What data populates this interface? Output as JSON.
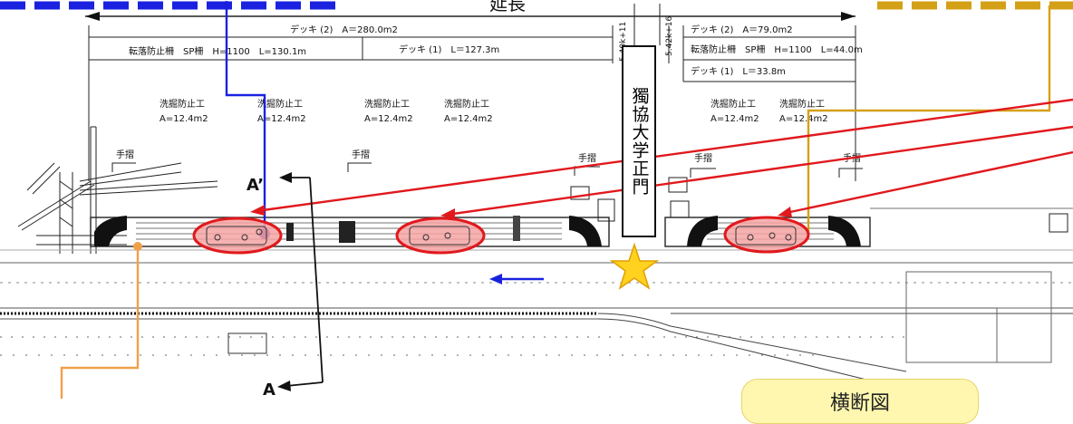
{
  "dimension": {
    "deck2_left": "デッキ (2)　A＝280.0m2",
    "deck2_right": "デッキ (2)　A＝79.0m2",
    "deck1_left": "デッキ (1)　L＝127.3m",
    "deck1_right": "デッキ (1)　L＝33.8m",
    "fence_left": "転落防止柵　SP柵　H=1100　L=130.1m",
    "fence_right": "転落防止柵　SP柵　H=1100　L=44.0m",
    "station_1": "5.40k+11",
    "station_2": "5.42k+16"
  },
  "top_partial_label": "延長",
  "protection_labels": [
    {
      "title": "洗掘防止工",
      "area": "A=12.4m2"
    },
    {
      "title": "洗掘防止工",
      "area": "A=12.4m2"
    },
    {
      "title": "洗掘防止工",
      "area": "A=12.4m2"
    },
    {
      "title": "洗掘防止工",
      "area": "A=12.4m2"
    },
    {
      "title": "洗掘防止工",
      "area": "A=12.4m2"
    },
    {
      "title": "洗掘防止工",
      "area": "A=12.4m2"
    }
  ],
  "handrail_label": "手摺",
  "gate_label": "獨協大学正門",
  "section_marks": {
    "a_prime": "A’",
    "a": "A"
  },
  "callout_label": "横断図",
  "colors": {
    "blue": "#1a22e0",
    "gold": "#d4a017",
    "red": "#e0191d",
    "orange": "#f0a04b",
    "pink_fill": "#f4a3a3",
    "star": "#ffd21f"
  }
}
